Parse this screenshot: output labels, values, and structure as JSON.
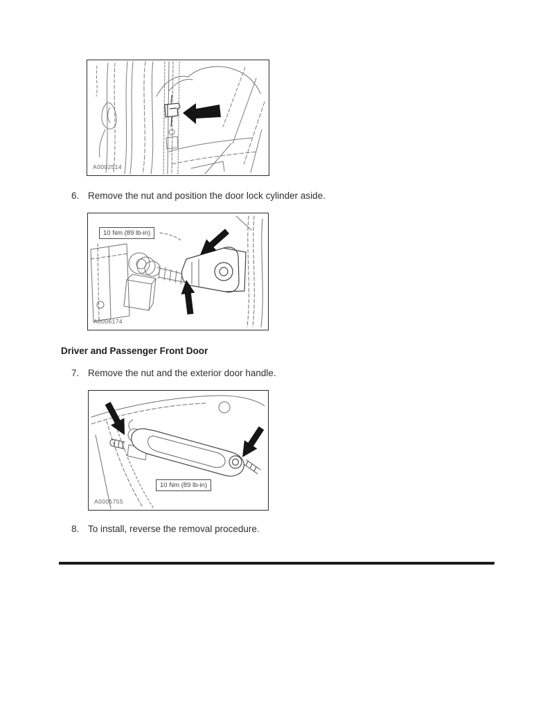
{
  "page": {
    "heading": "Driver and Passenger Front Door",
    "steps": [
      {
        "number": "6.",
        "text": "Remove the nut and position the door lock cylinder aside."
      },
      {
        "number": "7.",
        "text": "Remove the nut and the exterior door handle."
      },
      {
        "number": "8.",
        "text": "To install, reverse the removal procedure."
      }
    ],
    "figures": [
      {
        "id": "A0002514"
      },
      {
        "id": "A0006174",
        "torque": "10 Nm (89 lb-in)"
      },
      {
        "id": "A0005755",
        "torque": "10 Nm (89 lb-in)"
      }
    ]
  }
}
